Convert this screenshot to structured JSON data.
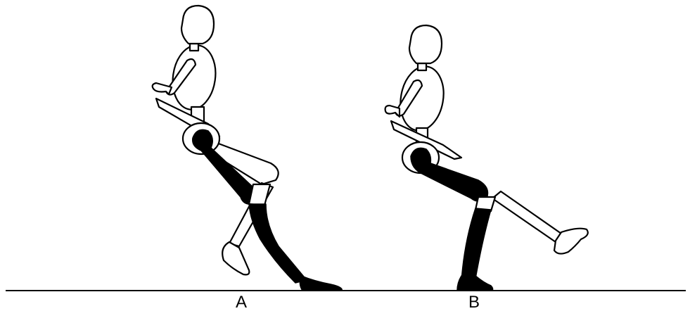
{
  "figures": [
    {
      "id": "A",
      "label": "A"
    },
    {
      "id": "B",
      "label": "B"
    }
  ],
  "colors": {
    "ink": "#000000",
    "paper": "#ffffff"
  }
}
